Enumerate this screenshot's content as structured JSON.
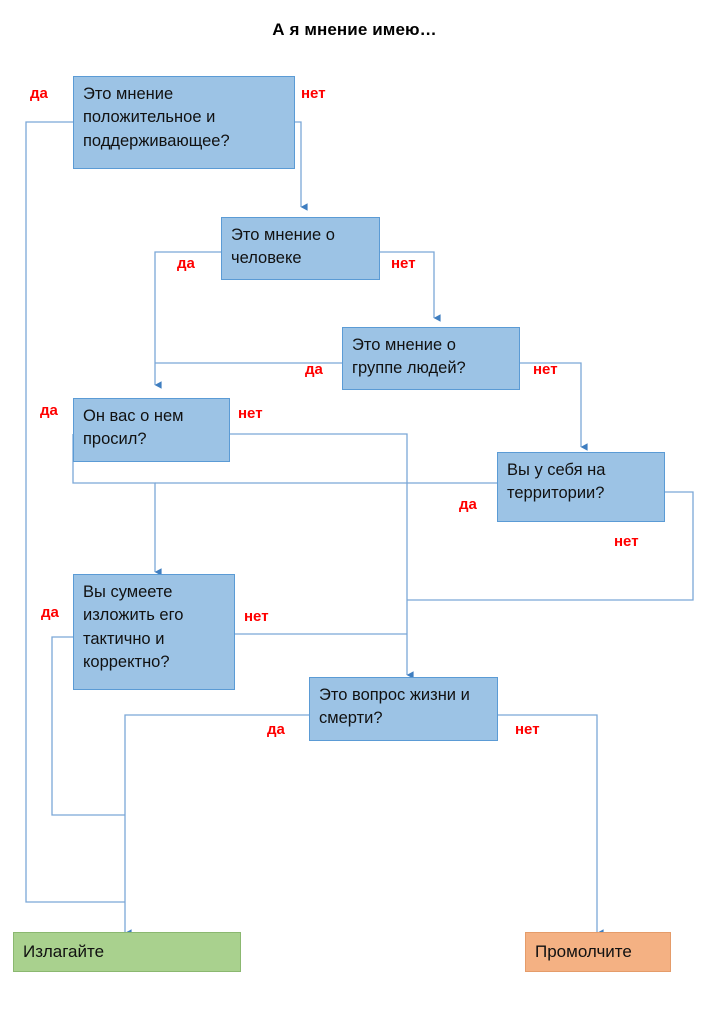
{
  "title": "А я мнение имею…",
  "colors": {
    "node_fill": "#9cc3e5",
    "node_stroke": "#5b9bd5",
    "terminal_yes_fill": "#a9d18e",
    "terminal_no_fill": "#f4b183",
    "edge_label": "#ff0000",
    "connector": "#7ba7d7",
    "background": "#ffffff",
    "text": "#111111"
  },
  "nodes": [
    {
      "id": "q1",
      "text": "Это мнение положительное и поддерживающее?",
      "kind": "decision"
    },
    {
      "id": "q2",
      "text": "Это мнение о человеке",
      "kind": "decision"
    },
    {
      "id": "q3",
      "text": "Это мнение о группе людей?",
      "kind": "decision"
    },
    {
      "id": "q4",
      "text": "Он вас о нем просил?",
      "kind": "decision"
    },
    {
      "id": "q5",
      "text": "Вы у себя на территории?",
      "kind": "decision"
    },
    {
      "id": "q6",
      "text": "Вы сумеете изложить его тактично и корректно?",
      "kind": "decision"
    },
    {
      "id": "q7",
      "text": "Это вопрос жизни и смерти?",
      "kind": "decision"
    },
    {
      "id": "t1",
      "text": "Излагайте",
      "kind": "terminal-yes"
    },
    {
      "id": "t2",
      "text": "Промолчите",
      "kind": "terminal-no"
    }
  ],
  "edge_labels": {
    "q1_yes": "да",
    "q1_no": "нет",
    "q2_yes": "да",
    "q2_no": "нет",
    "q3_yes": "да",
    "q3_no": "нет",
    "q4_yes": "да",
    "q4_no": "нет",
    "q5_yes": "да",
    "q5_no": "нет",
    "q6_yes": "да",
    "q6_no": "нет",
    "q7_yes": "да",
    "q7_no": "нет"
  },
  "edges": [
    {
      "from": "q1",
      "label": "да",
      "to": "t1"
    },
    {
      "from": "q1",
      "label": "нет",
      "to": "q2"
    },
    {
      "from": "q2",
      "label": "да",
      "to": "q4"
    },
    {
      "from": "q2",
      "label": "нет",
      "to": "q3"
    },
    {
      "from": "q3",
      "label": "да",
      "to": "q4"
    },
    {
      "from": "q3",
      "label": "нет",
      "to": "q5"
    },
    {
      "from": "q4",
      "label": "да",
      "to": "q6"
    },
    {
      "from": "q4",
      "label": "нет",
      "to": "q7"
    },
    {
      "from": "q5",
      "label": "да",
      "to": "q6"
    },
    {
      "from": "q5",
      "label": "нет",
      "to": "q7"
    },
    {
      "from": "q6",
      "label": "да",
      "to": "t1"
    },
    {
      "from": "q6",
      "label": "нет",
      "to": "q7"
    },
    {
      "from": "q7",
      "label": "да",
      "to": "t1"
    },
    {
      "from": "q7",
      "label": "нет",
      "to": "t2"
    }
  ]
}
